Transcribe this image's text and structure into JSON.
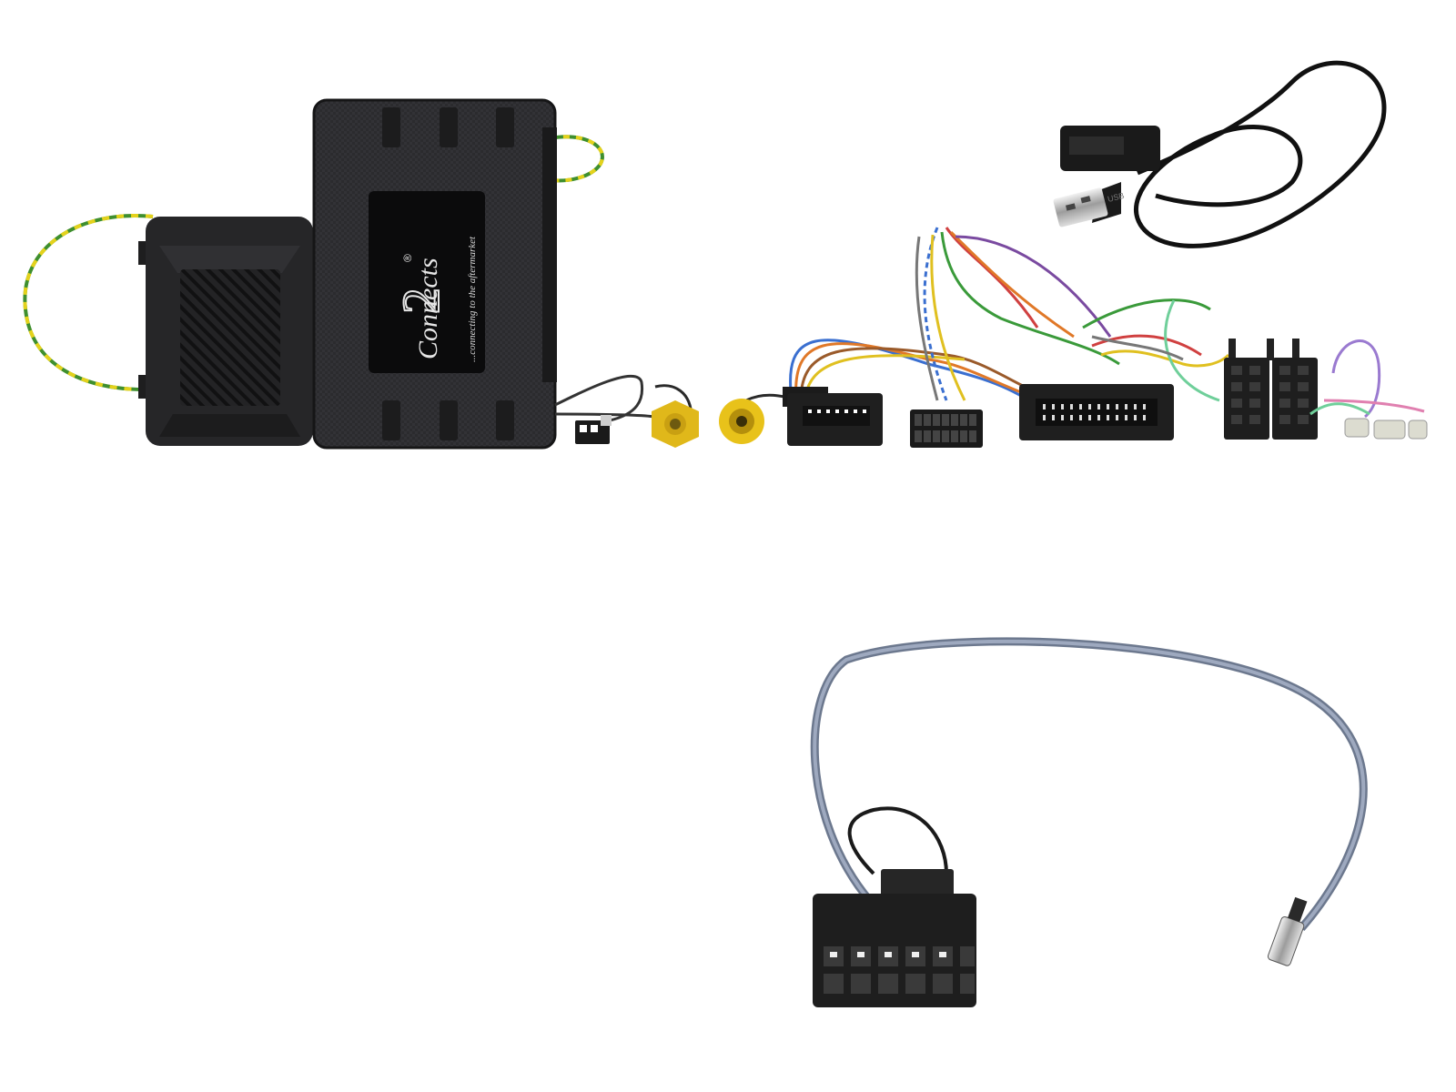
{
  "logo": {
    "brand": "Connects",
    "number": "2",
    "registered": "®",
    "tagline": "...connecting to the aftermarket"
  },
  "usb_label": "USB",
  "colors": {
    "background": "#ffffff",
    "module_body": "#2a2a2c",
    "connector_black": "#1a1a1a",
    "rca_yellow": "#e8c21a",
    "wire_green_yellow": "#6f9a2e",
    "antenna_cable": "#8a97ad"
  }
}
